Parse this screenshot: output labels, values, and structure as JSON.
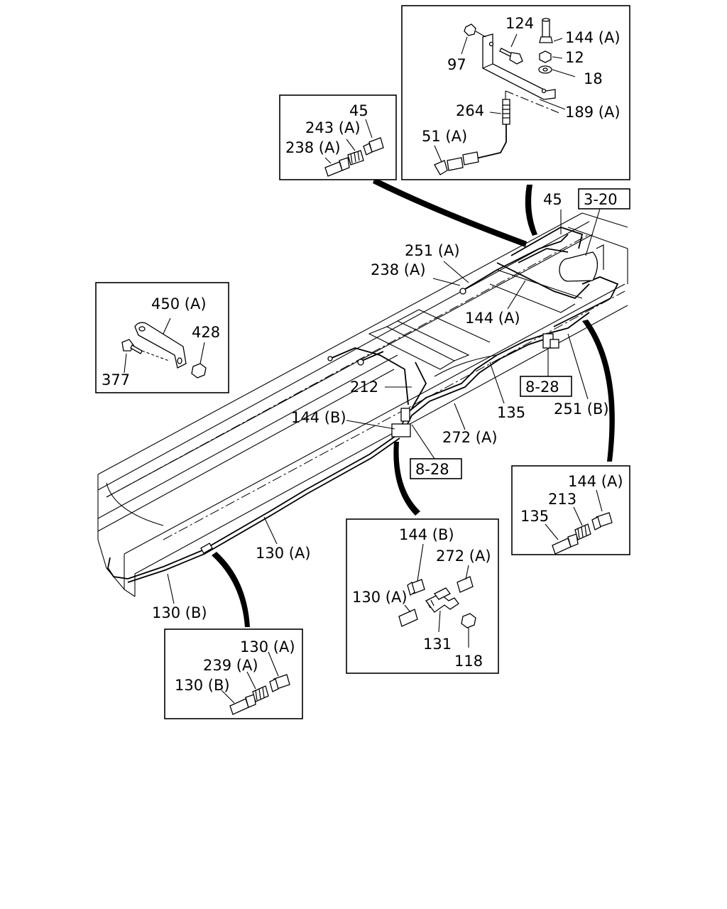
{
  "callouts": {
    "top_right": {
      "labels": {
        "l124": "124",
        "l144a": "144 (A)",
        "l97": "97",
        "l12": "12",
        "l18": "18",
        "l264": "264",
        "l189a": "189 (A)",
        "l51a": "51 (A)"
      }
    },
    "top_left": {
      "labels": {
        "l45": "45",
        "l243a": "243 (A)",
        "l238a": "238 (A)"
      }
    },
    "mid_left": {
      "labels": {
        "l450a": "450 (A)",
        "l428": "428",
        "l377": "377"
      }
    },
    "right": {
      "labels": {
        "l144a": "144 (A)",
        "l213": "213",
        "l135": "135"
      }
    },
    "bottom_center": {
      "labels": {
        "l144b": "144 (B)",
        "l272a": "272 (A)",
        "l130a": "130 (A)",
        "l131": "131",
        "l118": "118"
      }
    },
    "bottom_left": {
      "labels": {
        "l130a": "130 (A)",
        "l239a": "239 (A)",
        "l130b": "130 (B)"
      }
    }
  },
  "main": {
    "labels": {
      "l45": "45",
      "l251a": "251 (A)",
      "l238a": "238 (A)",
      "l144a": "144 (A)",
      "l212": "212",
      "l144b": "144 (B)",
      "l135": "135",
      "l251b": "251 (B)",
      "l272a": "272 (A)",
      "l130a": "130 (A)",
      "l130b": "130 (B)"
    },
    "refs": {
      "r320": "3-20",
      "r828a": "8-28",
      "r828b": "8-28"
    }
  }
}
